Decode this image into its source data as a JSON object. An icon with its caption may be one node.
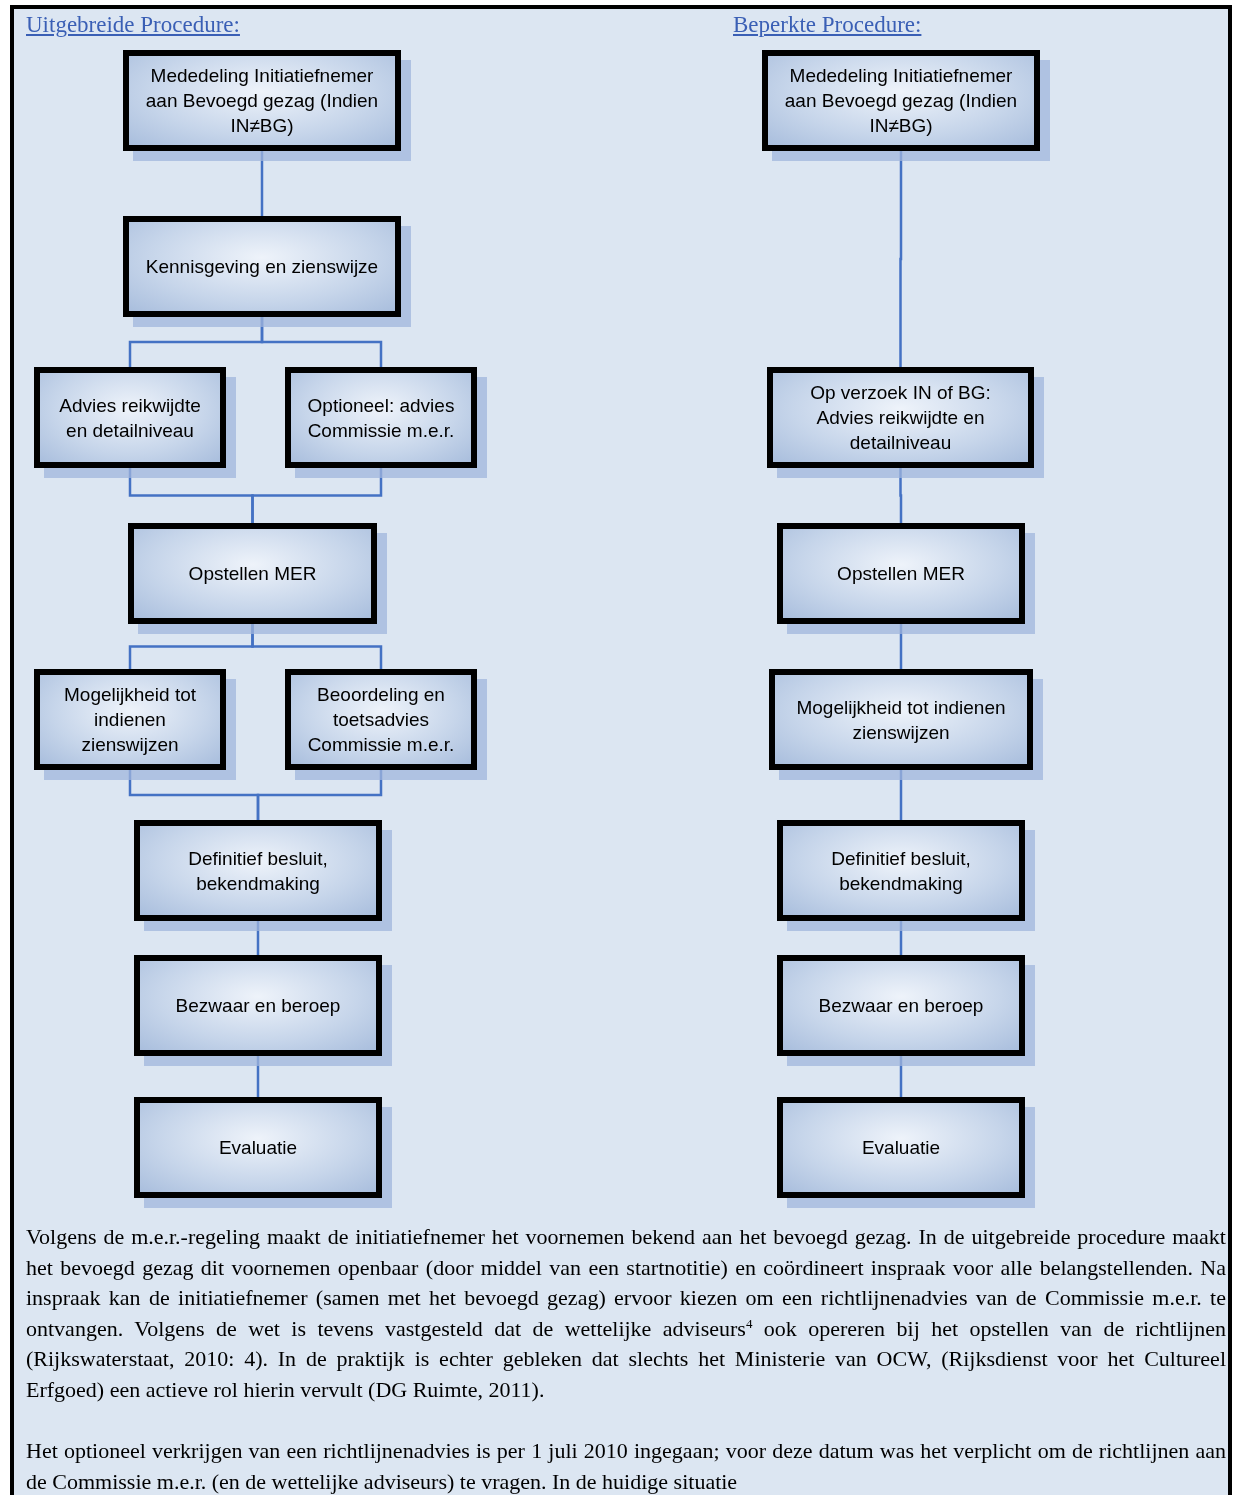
{
  "diagram": {
    "nodes": [
      {
        "text": [
          "Mededeling Initiatiefnemer aan Bevoegd gezag (Indien IN≠BG)"
        ]
      },
      {
        "text": [
          "Kennisgeving en zienswijze"
        ]
      },
      {
        "text": [
          "Advies reikwijdte en detailniveau"
        ]
      },
      {
        "text": [
          "Optioneel: advies Commissie m.e.r."
        ]
      },
      {
        "text": [
          "Opstellen MER"
        ]
      },
      {
        "text": [
          "Mogelijkheid tot indienen zienswijzen"
        ]
      },
      {
        "text": [
          "Beoordeling en toetsadvies Commissie m.e.r."
        ]
      },
      {
        "text": [
          "Definitief besluit, bekendmaking"
        ]
      },
      {
        "text": [
          "Bezwaar en beroep"
        ]
      },
      {
        "text": [
          "Evaluatie"
        ]
      },
      {
        "text": [
          "Mededeling Initiatiefnemer aan Bevoegd gezag (Indien IN≠BG)"
        ]
      },
      {
        "text": [
          "Op verzoek IN of BG: Advies reikwijdte en detailniveau"
        ]
      },
      {
        "text": [
          "Opstellen MER"
        ]
      },
      {
        "text": [
          "Mogelijkheid tot indienen zienswijzen"
        ]
      },
      {
        "text": [
          "Definitief besluit, bekendmaking"
        ]
      },
      {
        "text": [
          "Bezwaar en beroep"
        ]
      },
      {
        "text": [
          "Evaluatie"
        ]
      }
    ],
    "edges": [
      {
        "from": 0,
        "to": 1,
        "arrow": "none"
      },
      {
        "from": 1,
        "to": 2,
        "arrow": "none"
      },
      {
        "from": 1,
        "to": 3,
        "arrow": "none"
      },
      {
        "from": 2,
        "to": 4,
        "arrow": "none"
      },
      {
        "from": 3,
        "to": 4,
        "arrow": "none"
      },
      {
        "from": 4,
        "to": 5,
        "arrow": "none"
      },
      {
        "from": 4,
        "to": 6,
        "arrow": "none"
      },
      {
        "from": 5,
        "to": 7,
        "arrow": "none"
      },
      {
        "from": 6,
        "to": 7,
        "arrow": "none"
      },
      {
        "from": 7,
        "to": 8,
        "arrow": "none"
      },
      {
        "from": 8,
        "to": 9,
        "arrow": "none"
      },
      {
        "from": 10,
        "to": 11,
        "arrow": "none"
      },
      {
        "from": 11,
        "to": 12,
        "arrow": "none"
      },
      {
        "from": 12,
        "to": 13,
        "arrow": "none"
      },
      {
        "from": 13,
        "to": 14,
        "arrow": "none"
      },
      {
        "from": 14,
        "to": 15,
        "arrow": "none"
      },
      {
        "from": 15,
        "to": 16,
        "arrow": "none"
      }
    ],
    "labels": [
      "Uitgebreide Procedure:",
      "Beperkte Procedure:",
      "Volgens de m.e.r.-regeling maakt de initiatiefnemer het voornemen bekend aan het bevoegd gezag. In de uitgebreide procedure maakt het bevoegd gezag dit voornemen openbaar (door middel van een startnotitie) en coördineert inspraak voor alle belangstellenden. Na inspraak kan de initiatiefnemer (samen met het bevoegd gezag) ervoor kiezen om een richtlijnenadvies van de Commissie m.e.r. te ontvangen. Volgens de wet is tevens vastgesteld dat de wettelijke adviseurs$^{4}$ ook opereren bij het opstellen van de richtlijnen (Rijkswaterstaat, 2010: 4). In de praktijk is echter gebleken dat slechts het Ministerie van OCW, (Rijksdienst voor het Cultureel Erfgoed) een actieve rol hierin vervult (DG Ruimte, 2011).",
      "Het optioneel verkrijgen van een richtlijnenadvies is per 1 juli 2010 ingegaan; voor deze datum was het verplicht om de richtlijnen aan de Commissie m.e.r. (en de wettelijke adviseurs) te vragen. In de huidige situatie"
    ]
  }
}
